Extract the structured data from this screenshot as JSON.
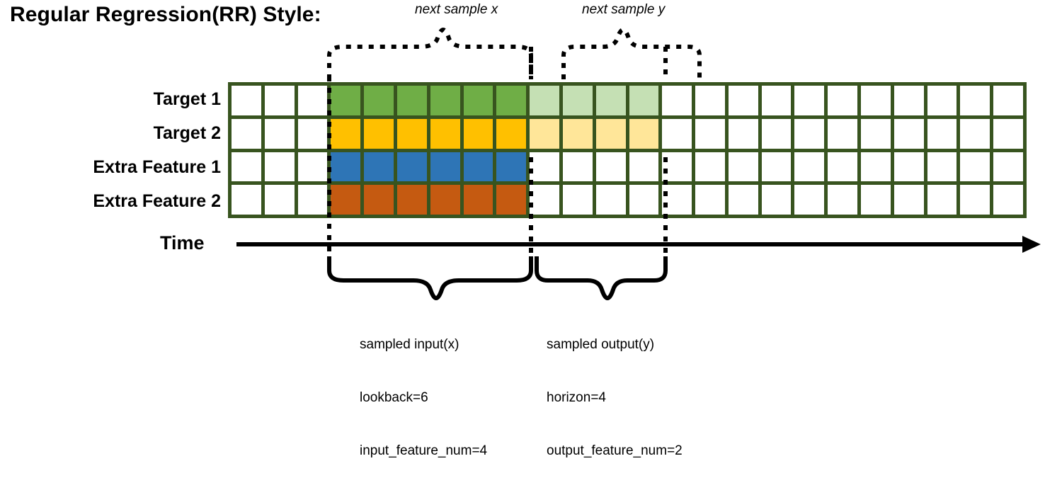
{
  "title": "Regular Regression(RR) Style:",
  "rows": [
    {
      "label": "Target 1",
      "kind": "target"
    },
    {
      "label": "Target 2",
      "kind": "target"
    },
    {
      "label": "Extra Feature 1",
      "kind": "feature"
    },
    {
      "label": "Extra Feature 2",
      "kind": "feature"
    }
  ],
  "axis": {
    "label": "Time"
  },
  "top_annotations": [
    {
      "text": "next sample x"
    },
    {
      "text": "next sample y"
    }
  ],
  "bottom_annotations": [
    {
      "line1": "sampled input(x)",
      "line2": "lookback=6",
      "line3": "input_feature_num=4"
    },
    {
      "line1": "sampled output(y)",
      "line2": "horizon=4",
      "line3": "output_feature_num=2"
    }
  ],
  "colors": {
    "border": "#38541F",
    "target1": "#6FAE46",
    "target1_light": "#C5E0B4",
    "target2": "#FFC000",
    "target2_light": "#FFE699",
    "feature1": "#2E75B6",
    "feature2": "#C55A11",
    "empty": "#FFFFFF",
    "ink": "#000000"
  },
  "chart_data": {
    "type": "heatmap",
    "title": "Regular Regression(RR) Style:",
    "total_columns": 24,
    "lookback": 6,
    "horizon": 4,
    "input_feature_num": 4,
    "output_feature_num": 2,
    "input_window_columns": [
      3,
      4,
      5,
      6,
      7,
      8
    ],
    "output_window_columns": [
      9,
      10,
      11,
      12
    ],
    "row_names": [
      "Target 1",
      "Target 2",
      "Extra Feature 1",
      "Extra Feature 2"
    ],
    "grid": [
      [
        "empty",
        "empty",
        "empty",
        "target1",
        "target1",
        "target1",
        "target1",
        "target1",
        "target1",
        "target1_light",
        "target1_light",
        "target1_light",
        "target1_light",
        "empty",
        "empty",
        "empty",
        "empty",
        "empty",
        "empty",
        "empty",
        "empty",
        "empty",
        "empty",
        "empty"
      ],
      [
        "empty",
        "empty",
        "empty",
        "target2",
        "target2",
        "target2",
        "target2",
        "target2",
        "target2",
        "target2_light",
        "target2_light",
        "target2_light",
        "target2_light",
        "empty",
        "empty",
        "empty",
        "empty",
        "empty",
        "empty",
        "empty",
        "empty",
        "empty",
        "empty",
        "empty"
      ],
      [
        "empty",
        "empty",
        "empty",
        "feature1",
        "feature1",
        "feature1",
        "feature1",
        "feature1",
        "feature1",
        "empty",
        "empty",
        "empty",
        "empty",
        "empty",
        "empty",
        "empty",
        "empty",
        "empty",
        "empty",
        "empty",
        "empty",
        "empty",
        "empty",
        "empty"
      ],
      [
        "empty",
        "empty",
        "empty",
        "feature2",
        "feature2",
        "feature2",
        "feature2",
        "feature2",
        "feature2",
        "empty",
        "empty",
        "empty",
        "empty",
        "empty",
        "empty",
        "empty",
        "empty",
        "empty",
        "empty",
        "empty",
        "empty",
        "empty",
        "empty",
        "empty"
      ]
    ]
  }
}
